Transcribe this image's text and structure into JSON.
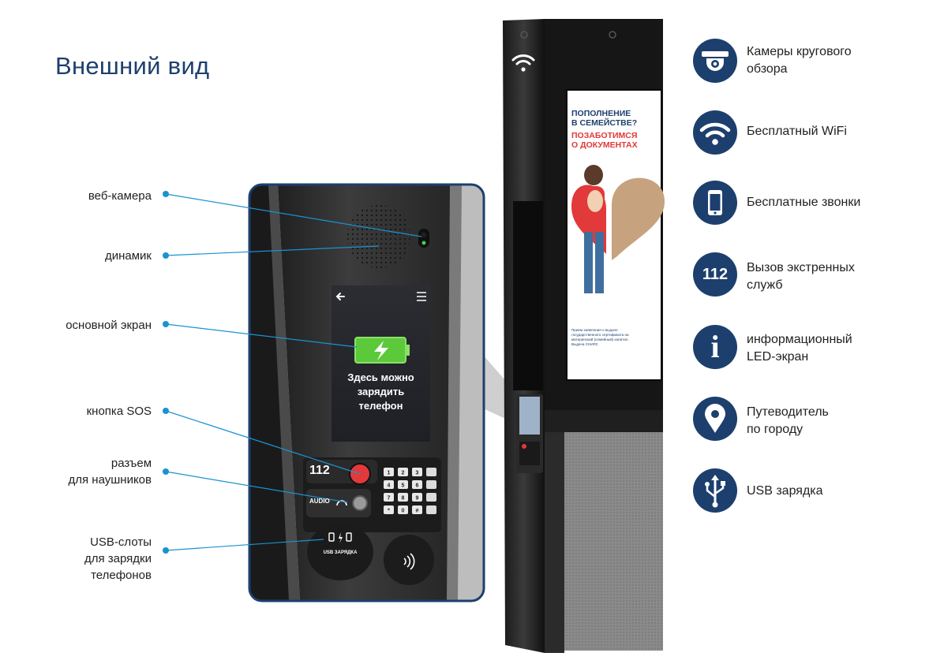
{
  "page": {
    "title": "Внешний вид"
  },
  "callouts": [
    {
      "id": "webcam",
      "lines": [
        "веб-камера"
      ]
    },
    {
      "id": "speaker",
      "lines": [
        "динамик"
      ]
    },
    {
      "id": "main-screen",
      "lines": [
        "основной экран"
      ]
    },
    {
      "id": "sos",
      "lines": [
        "кнопка SOS"
      ]
    },
    {
      "id": "headphones",
      "lines": [
        "разъем",
        "для наушников"
      ]
    },
    {
      "id": "usb",
      "lines": [
        "USB-слоты",
        "для зарядки",
        "телефонов"
      ]
    }
  ],
  "features": [
    {
      "icon": "camera-icon",
      "lines": [
        "Камеры  кругового",
        "обзора"
      ]
    },
    {
      "icon": "wifi-icon",
      "lines": [
        "Бесплатный WiFi"
      ]
    },
    {
      "icon": "phone-icon",
      "lines": [
        "Бесплатные звонки"
      ]
    },
    {
      "icon": "112-icon",
      "lines": [
        "Вызов экстренных",
        "служб"
      ],
      "icon_text": "112"
    },
    {
      "icon": "info-icon",
      "lines": [
        "информационный",
        "LED-экран"
      ],
      "icon_text": "i"
    },
    {
      "icon": "location-pin-icon",
      "lines": [
        "Путеводитель",
        "по городу"
      ]
    },
    {
      "icon": "usb-icon",
      "lines": [
        "USB зарядка"
      ]
    }
  ],
  "screen": {
    "text_lines": [
      "Здесь можно",
      "зарядить",
      "телефон"
    ]
  },
  "panel": {
    "number": "112",
    "audio_label": "AUDIO",
    "usb_label": "USB ЗАРЯДКА",
    "keypad": [
      "1",
      "2",
      "3",
      "4",
      "5",
      "6",
      "7",
      "8",
      "9",
      "*",
      "0",
      "#"
    ]
  },
  "ad": {
    "headline_lines": [
      "ПОПОЛНЕНИЕ",
      "В СЕМЕЙСТВЕ?"
    ],
    "sub_lines": [
      "ПОЗАБОТИМСЯ",
      "О ДОКУМЕНТАХ"
    ],
    "body_lines": [
      "Прием заявления о выдаче",
      "государственного сертификата на",
      "материнский (семейный) капитал.",
      "Выдача СНИЛС"
    ]
  },
  "colors": {
    "brand_blue": "#1d3f6e",
    "callout_line": "#1b92d1",
    "accent_red": "#e2393a",
    "battery_green": "#5cc93b"
  }
}
